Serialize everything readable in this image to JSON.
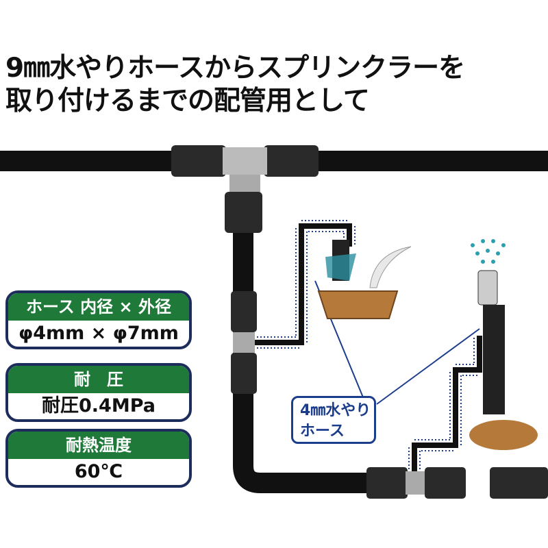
{
  "title": {
    "line1": "9㎜水やりホースからスプリンクラーを",
    "line2": "取り付けるまでの配管用として"
  },
  "specs": [
    {
      "label": "ホース 内径 × 外径",
      "value": "φ4mm × φ7mm"
    },
    {
      "label": "耐　圧",
      "value": "耐圧0.4MPa"
    },
    {
      "label": "耐熱温度",
      "value": "60℃"
    }
  ],
  "callout": {
    "line1": "4㎜水やり",
    "line2": "ホース"
  },
  "colors": {
    "header_green": "#1f7a3a",
    "border_navy": "#1c2d5c",
    "hose": "#111111",
    "pot": "#b5793a"
  }
}
